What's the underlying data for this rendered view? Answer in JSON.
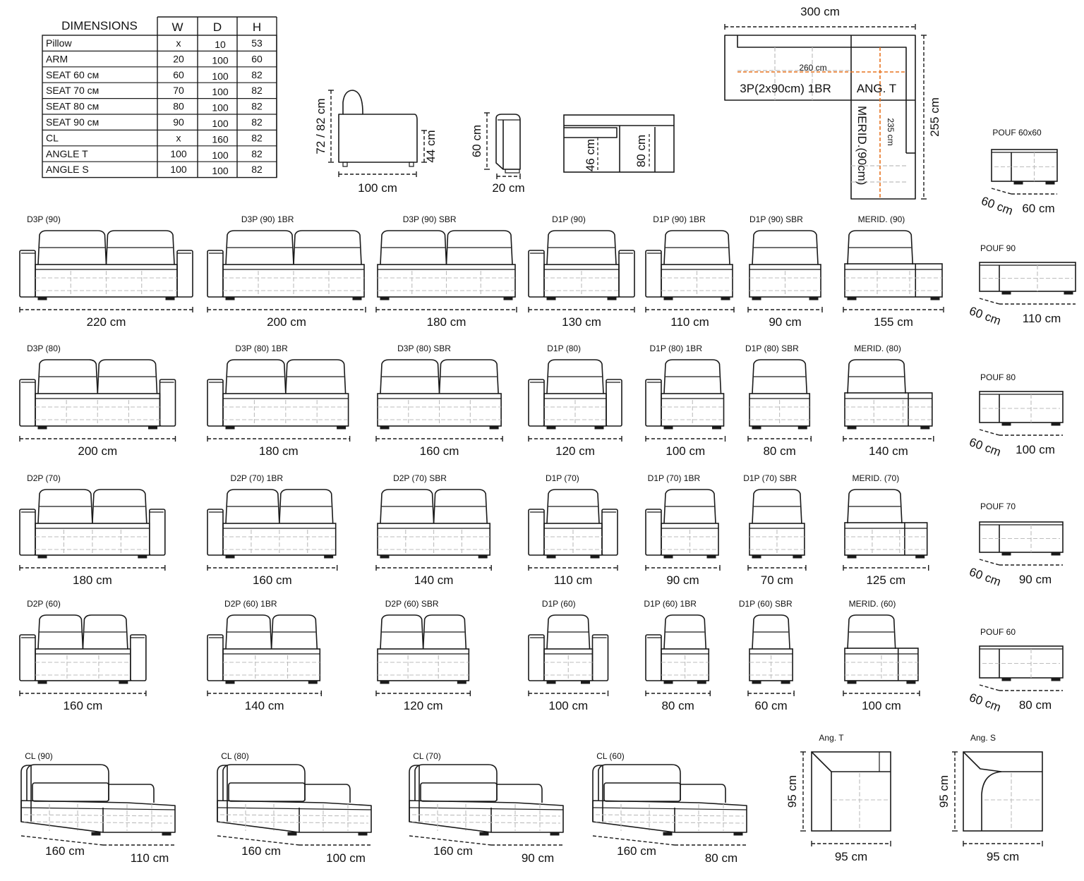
{
  "colors": {
    "line": "#1a1a1a",
    "guide": "#bdbdbd",
    "accent": "#e8731f",
    "background": "#ffffff"
  },
  "dimensions_table": {
    "title": "DIMENSIONS",
    "headers": [
      "W",
      "D",
      "H"
    ],
    "rows": [
      {
        "name": "Pillow",
        "w": "x",
        "d": "10",
        "h": "53"
      },
      {
        "name": "ARM",
        "w": "20",
        "d": "100",
        "h": "60"
      },
      {
        "name": "SEAT 60 см",
        "w": "60",
        "d": "100",
        "h": "82"
      },
      {
        "name": "SEAT 70 см",
        "w": "70",
        "d": "100",
        "h": "82"
      },
      {
        "name": "SEAT 80 см",
        "w": "80",
        "d": "100",
        "h": "82"
      },
      {
        "name": "SEAT 90 см",
        "w": "90",
        "d": "100",
        "h": "82"
      },
      {
        "name": "CL",
        "w": "x",
        "d": "160",
        "h": "82"
      },
      {
        "name": "ANGLE T",
        "w": "100",
        "d": "100",
        "h": "82"
      },
      {
        "name": "ANGLE S",
        "w": "100",
        "d": "100",
        "h": "82"
      }
    ]
  },
  "side_view": {
    "height": "72 / 82 cm",
    "seat_height": "44 cm",
    "depth": "100 cm"
  },
  "arm_view": {
    "height": "60 cm",
    "width": "20 cm"
  },
  "seat_section": {
    "seat_depth": "46 cm",
    "total": "80 cm"
  },
  "plan": {
    "width": "300 cm",
    "depth": "255 cm",
    "inner_width": "260 cm",
    "inner_depth": "235 cm",
    "left_label": "3P(2x90cm) 1BR",
    "corner_label": "ANG. T",
    "merid_label": "MERID.(90cm)"
  },
  "sofa_rows": [
    {
      "items": [
        {
          "name": "D3P (90)",
          "width": "220 cm"
        },
        {
          "name": "D3P (90) 1BR",
          "width": "200 cm"
        },
        {
          "name": "D3P (90) SBR",
          "width": "180 cm"
        },
        {
          "name": "D1P (90)",
          "width": "130 cm"
        },
        {
          "name": "D1P (90) 1BR",
          "width": "110 cm"
        },
        {
          "name": "D1P (90) SBR",
          "width": "90 cm"
        },
        {
          "name": "MERID. (90)",
          "width": "155 cm"
        }
      ]
    },
    {
      "items": [
        {
          "name": "D3P (80)",
          "width": "200 cm"
        },
        {
          "name": "D3P (80) 1BR",
          "width": "180 cm"
        },
        {
          "name": "D3P (80) SBR",
          "width": "160 cm"
        },
        {
          "name": "D1P (80)",
          "width": "120 cm"
        },
        {
          "name": "D1P (80) 1BR",
          "width": "100 cm"
        },
        {
          "name": "D1P (80) SBR",
          "width": "80 cm"
        },
        {
          "name": "MERID. (80)",
          "width": "140 cm"
        }
      ]
    },
    {
      "items": [
        {
          "name": "D2P (70)",
          "width": "180 cm"
        },
        {
          "name": "D2P (70) 1BR",
          "width": "160 cm"
        },
        {
          "name": "D2P (70) SBR",
          "width": "140 cm"
        },
        {
          "name": "D1P (70)",
          "width": "110 cm"
        },
        {
          "name": "D1P (70) 1BR",
          "width": "90 cm"
        },
        {
          "name": "D1P (70) SBR",
          "width": "70 cm"
        },
        {
          "name": "MERID. (70)",
          "width": "125 cm"
        }
      ]
    },
    {
      "items": [
        {
          "name": "D2P (60)",
          "width": "160 cm"
        },
        {
          "name": "D2P (60) 1BR",
          "width": "140 cm"
        },
        {
          "name": "D2P (60) SBR",
          "width": "120 cm"
        },
        {
          "name": "D1P (60)",
          "width": "100 cm"
        },
        {
          "name": "D1P (60) 1BR",
          "width": "80 cm"
        },
        {
          "name": "D1P (60) SBR",
          "width": "60 cm"
        },
        {
          "name": "MERID. (60)",
          "width": "100 cm"
        }
      ]
    }
  ],
  "poufs": [
    {
      "name": "POUF 60x60",
      "depth": "60 cm",
      "width": "60 cm"
    },
    {
      "name": "POUF 90",
      "depth": "60 cm",
      "width": "110 cm"
    },
    {
      "name": "POUF 80",
      "depth": "60 cm",
      "width": "100 cm"
    },
    {
      "name": "POUF 70",
      "depth": "60 cm",
      "width": "90 cm"
    },
    {
      "name": "POUF 60",
      "depth": "60 cm",
      "width": "80 cm"
    }
  ],
  "chaise_longues": [
    {
      "name": "CL (90)",
      "length": "160 cm",
      "width": "110 cm"
    },
    {
      "name": "CL (80)",
      "length": "160 cm",
      "width": "100 cm"
    },
    {
      "name": "CL (70)",
      "length": "160 cm",
      "width": "90 cm"
    },
    {
      "name": "CL (60)",
      "length": "160 cm",
      "width": "80 cm"
    }
  ],
  "angles": [
    {
      "name": "Ang. T",
      "height": "95 cm",
      "width": "95 cm"
    },
    {
      "name": "Ang. S",
      "height": "95 cm",
      "width": "95 cm"
    }
  ]
}
